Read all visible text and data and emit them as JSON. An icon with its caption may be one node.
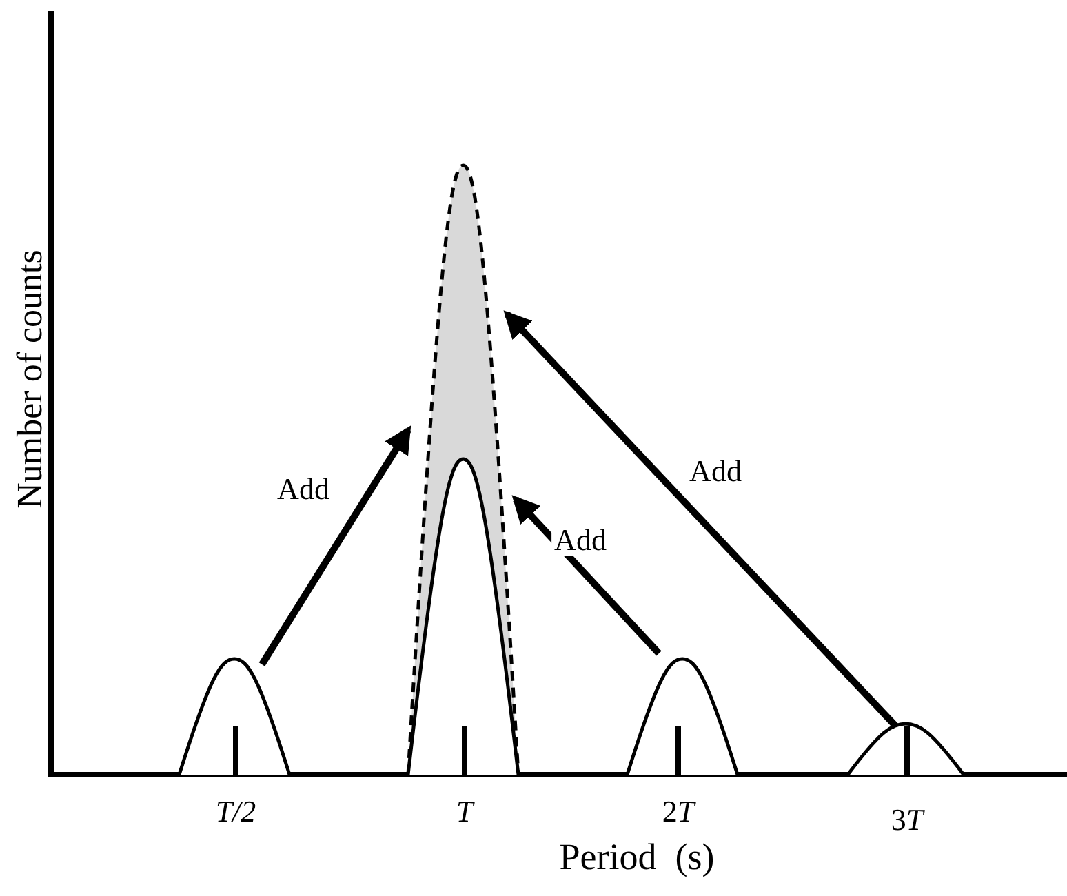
{
  "diagram": {
    "nodes": [
      {
        "text": [],
        "shape": "peak"
      },
      {
        "text": [],
        "shape": "peak"
      },
      {
        "text": [],
        "shape": "peak",
        "in": 1
      },
      {
        "text": [],
        "shape": "peak"
      },
      {
        "text": [],
        "shape": "peak"
      }
    ],
    "edges": [
      {
        "from": 0,
        "to": 1,
        "arrow": "to",
        "label": "Add"
      },
      {
        "from": 3,
        "to": 1,
        "arrow": "to",
        "label": "Add"
      },
      {
        "from": 4,
        "to": 1,
        "arrow": "to",
        "label": "Add"
      }
    ],
    "labels": [
      "Number of counts",
      "T/2",
      "T",
      "2T",
      "3T",
      "Period  (s)"
    ]
  }
}
